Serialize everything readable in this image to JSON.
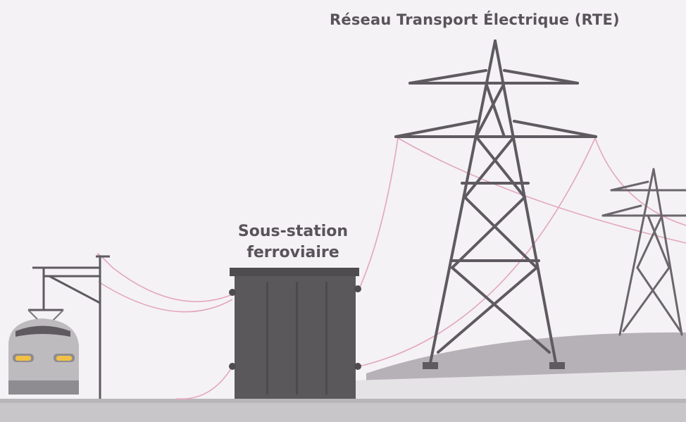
{
  "labels": {
    "rte": "Réseau Transport Électrique (RTE)",
    "substation_line1": "Sous-station",
    "substation_line2": "ferroviaire"
  },
  "colors": {
    "background": "#f4f2f4",
    "ground": "#c9c6ca",
    "ground_dark": "#aeabb0",
    "hill": "#b5b1b6",
    "pylon": "#5e5a60",
    "substation": "#5b585c",
    "cable": "#e4a6bc",
    "text": "#58545a",
    "train_body": "#bdbbbe",
    "train_lights": "#f2c046"
  },
  "icons": [
    "pylon-icon",
    "substation-icon",
    "catenary-mast-icon",
    "train-icon"
  ]
}
